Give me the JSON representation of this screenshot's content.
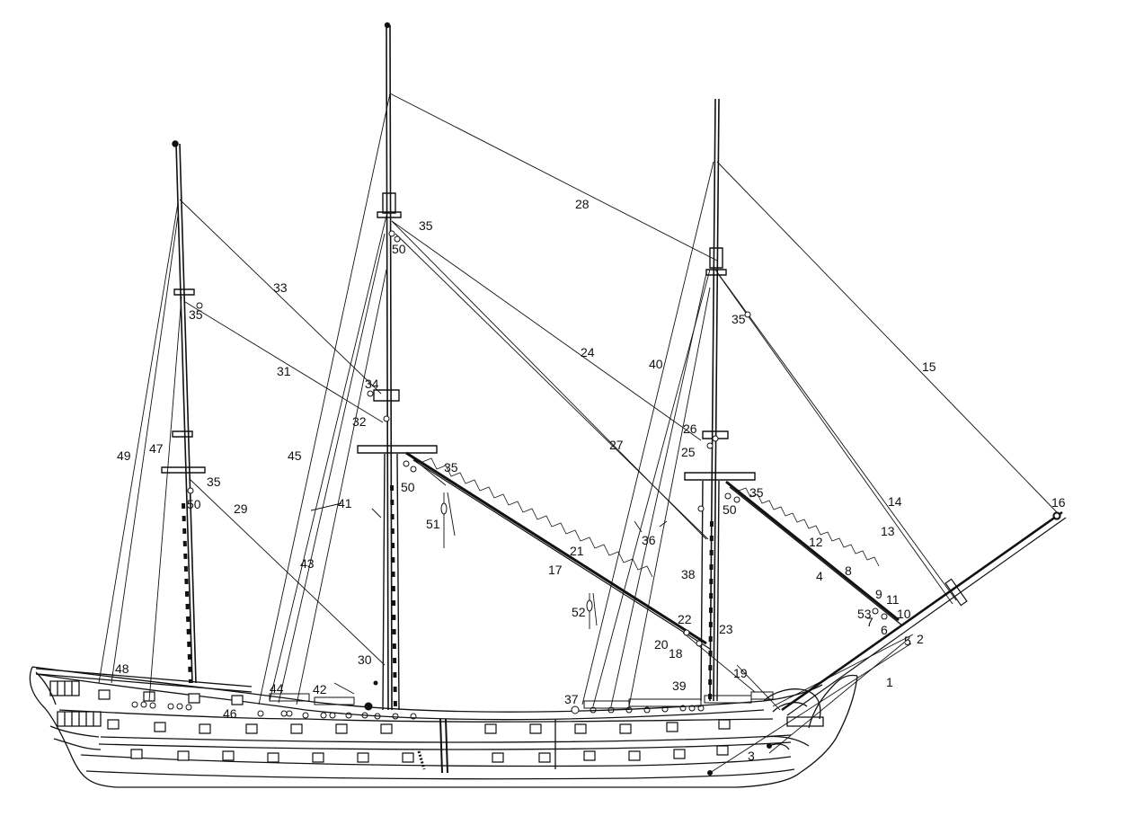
{
  "diagram": {
    "subject": "three-masted sailing ship rigging plan, side elevation",
    "stroke_color": "#111111",
    "background_color": "#ffffff",
    "callouts": [
      {
        "id": "c1",
        "text": "1"
      },
      {
        "id": "c2",
        "text": "2"
      },
      {
        "id": "c3",
        "text": "3"
      },
      {
        "id": "c4",
        "text": "4"
      },
      {
        "id": "c5",
        "text": "5"
      },
      {
        "id": "c6",
        "text": "6"
      },
      {
        "id": "c7",
        "text": "7"
      },
      {
        "id": "c8",
        "text": "8"
      },
      {
        "id": "c9",
        "text": "9"
      },
      {
        "id": "c10",
        "text": "10"
      },
      {
        "id": "c11",
        "text": "11"
      },
      {
        "id": "c12",
        "text": "12"
      },
      {
        "id": "c13",
        "text": "13"
      },
      {
        "id": "c14",
        "text": "14"
      },
      {
        "id": "c15",
        "text": "15"
      },
      {
        "id": "c16",
        "text": "16"
      },
      {
        "id": "c17",
        "text": "17"
      },
      {
        "id": "c18",
        "text": "18"
      },
      {
        "id": "c19",
        "text": "19"
      },
      {
        "id": "c20",
        "text": "20"
      },
      {
        "id": "c21",
        "text": "21"
      },
      {
        "id": "c22",
        "text": "22"
      },
      {
        "id": "c23",
        "text": "23"
      },
      {
        "id": "c24",
        "text": "24"
      },
      {
        "id": "c25",
        "text": "25"
      },
      {
        "id": "c26",
        "text": "26"
      },
      {
        "id": "c27",
        "text": "27"
      },
      {
        "id": "c28",
        "text": "28"
      },
      {
        "id": "c29",
        "text": "29"
      },
      {
        "id": "c30",
        "text": "30"
      },
      {
        "id": "c31",
        "text": "31"
      },
      {
        "id": "c32",
        "text": "32"
      },
      {
        "id": "c33",
        "text": "33"
      },
      {
        "id": "c34",
        "text": "34"
      },
      {
        "id": "c35a",
        "text": "35"
      },
      {
        "id": "c35b",
        "text": "35"
      },
      {
        "id": "c35c",
        "text": "35"
      },
      {
        "id": "c35d",
        "text": "35"
      },
      {
        "id": "c35e",
        "text": "35"
      },
      {
        "id": "c35f",
        "text": "35"
      },
      {
        "id": "c36",
        "text": "36"
      },
      {
        "id": "c37",
        "text": "37"
      },
      {
        "id": "c38",
        "text": "38"
      },
      {
        "id": "c39",
        "text": "39"
      },
      {
        "id": "c40",
        "text": "40"
      },
      {
        "id": "c41",
        "text": "41"
      },
      {
        "id": "c42",
        "text": "42"
      },
      {
        "id": "c43",
        "text": "43"
      },
      {
        "id": "c44",
        "text": "44"
      },
      {
        "id": "c45",
        "text": "45"
      },
      {
        "id": "c46",
        "text": "46"
      },
      {
        "id": "c47",
        "text": "47"
      },
      {
        "id": "c48",
        "text": "48"
      },
      {
        "id": "c49",
        "text": "49"
      },
      {
        "id": "c50a",
        "text": "50"
      },
      {
        "id": "c50b",
        "text": "50"
      },
      {
        "id": "c50c",
        "text": "50"
      },
      {
        "id": "c50d",
        "text": "50"
      },
      {
        "id": "c51",
        "text": "51"
      },
      {
        "id": "c52",
        "text": "52"
      },
      {
        "id": "c53",
        "text": "53"
      }
    ]
  }
}
